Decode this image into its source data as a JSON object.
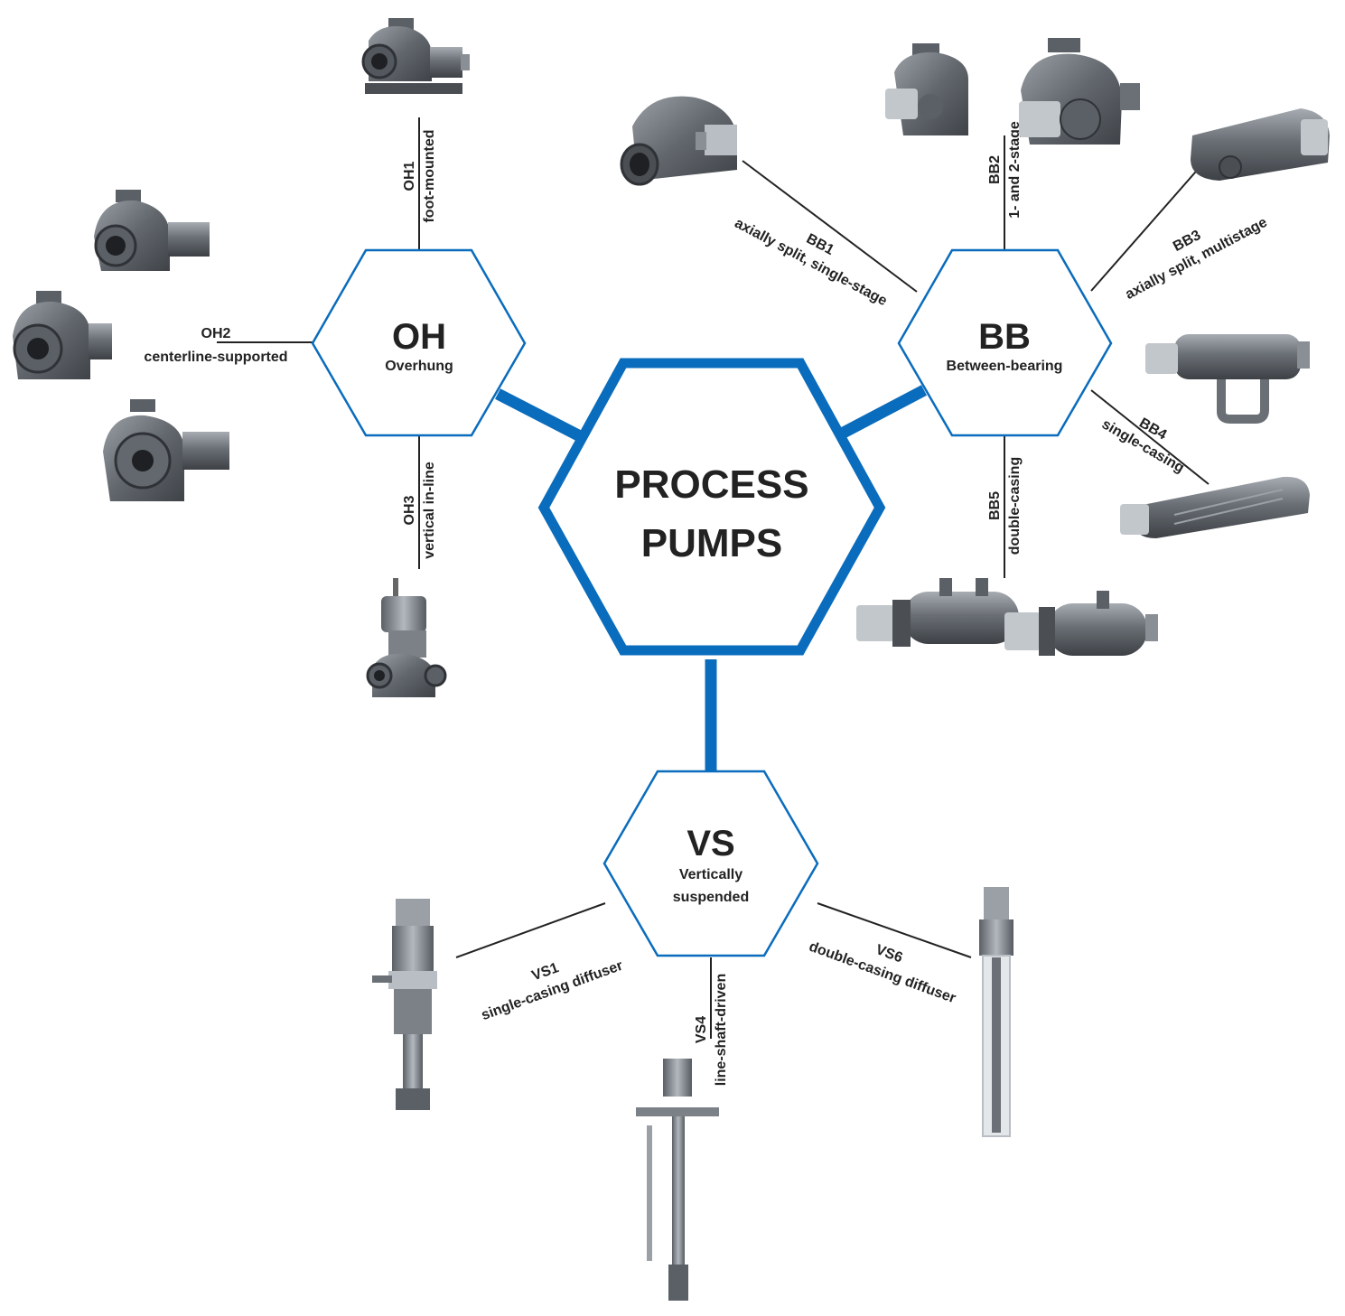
{
  "center": {
    "line1": "PROCESS",
    "line2": "PUMPS"
  },
  "hubs": {
    "oh": {
      "abbr": "OH",
      "name": "Overhung"
    },
    "bb": {
      "abbr": "BB",
      "name": "Between-bearing"
    },
    "vs": {
      "abbr": "VS",
      "name1": "Vertically",
      "name2": "suspended"
    }
  },
  "types": {
    "oh1": {
      "code": "OH1",
      "desc": "foot-mounted"
    },
    "oh2": {
      "code": "OH2",
      "desc": "centerline-supported"
    },
    "oh3": {
      "code": "OH3",
      "desc": "vertical in-line"
    },
    "bb1": {
      "code": "BB1",
      "desc": "axially split, single-stage"
    },
    "bb2": {
      "code": "BB2",
      "desc": "1- and 2-stage"
    },
    "bb3": {
      "code": "BB3",
      "desc": "axially split, multistage"
    },
    "bb4": {
      "code": "BB4",
      "desc": "single-casing"
    },
    "bb5": {
      "code": "BB5",
      "desc": "double-casing"
    },
    "vs1": {
      "code": "VS1",
      "desc": "single-casing diffuser"
    },
    "vs4": {
      "code": "VS4",
      "desc": "line-shaft-driven"
    },
    "vs6": {
      "code": "VS6",
      "desc": "double-casing diffuser"
    }
  },
  "colors": {
    "accent": "#0a6cbc",
    "text": "#222222",
    "pump_body": "#6f747a",
    "pump_light": "#b9bec4"
  }
}
